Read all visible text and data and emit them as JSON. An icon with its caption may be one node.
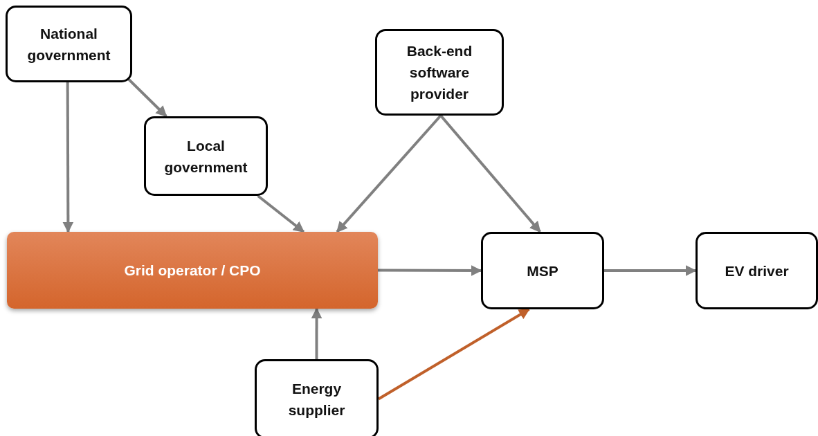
{
  "diagram": {
    "nodes": [
      {
        "text": [
          "National government"
        ]
      },
      {
        "text": [
          "Local government"
        ]
      },
      {
        "text": [
          "Back-end software provider"
        ]
      },
      {
        "text": [
          "Grid operator / CPO"
        ]
      },
      {
        "text": [
          "MSP"
        ]
      },
      {
        "text": [
          "EV driver"
        ]
      },
      {
        "text": [
          "Energy supplier"
        ]
      }
    ],
    "edges": [
      {
        "from": 0,
        "to": 3,
        "arrow": "to"
      },
      {
        "from": 0,
        "to": 1,
        "arrow": "to"
      },
      {
        "from": 1,
        "to": 3,
        "arrow": "to"
      },
      {
        "from": 2,
        "to": 3,
        "arrow": "to"
      },
      {
        "from": 2,
        "to": 4,
        "arrow": "to"
      },
      {
        "from": 3,
        "to": 4,
        "arrow": "to"
      },
      {
        "from": 4,
        "to": 5,
        "arrow": "to"
      },
      {
        "from": 6,
        "to": 3,
        "arrow": "to"
      },
      {
        "from": 6,
        "to": 4,
        "arrow": "to",
        "color": "#c0602a"
      }
    ]
  }
}
